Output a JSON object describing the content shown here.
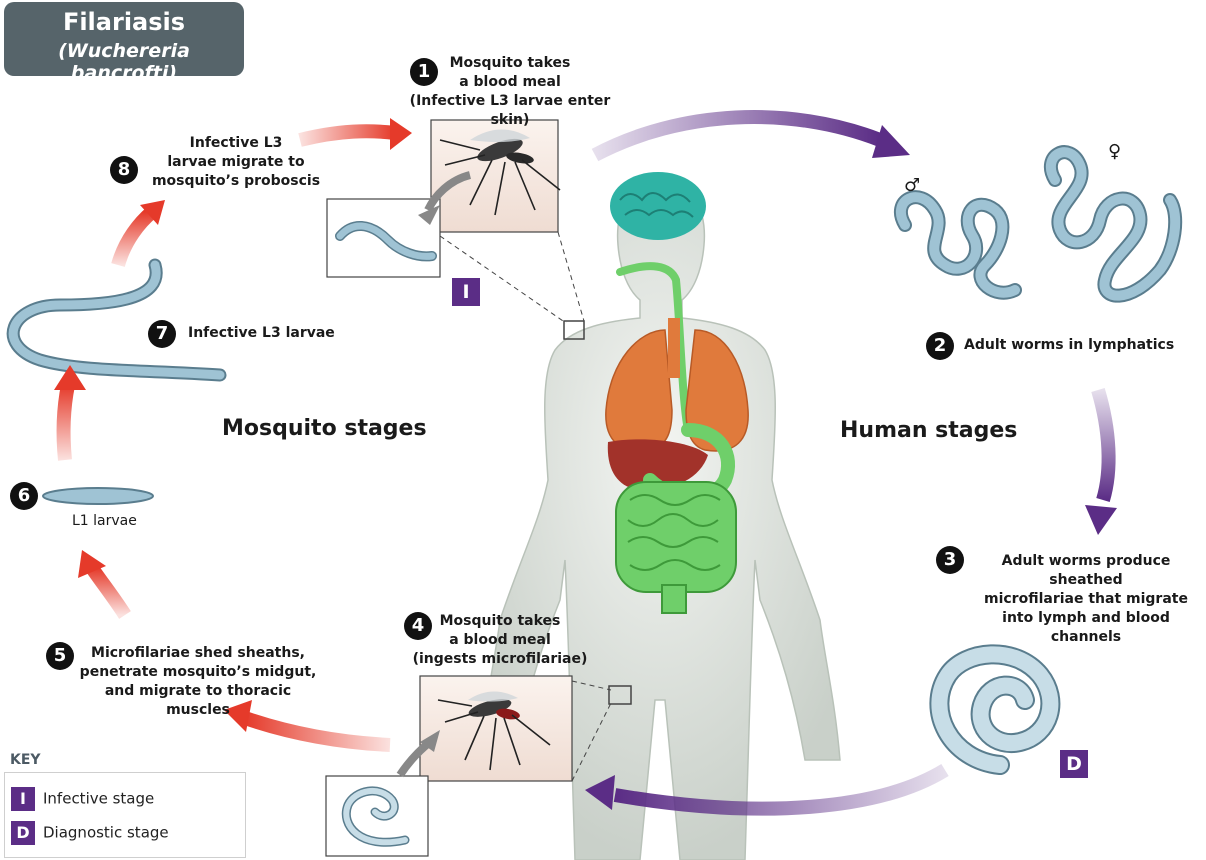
{
  "title": {
    "main": "Filariasis",
    "species": "(Wuchereria bancrofti)"
  },
  "stages_titles": {
    "mosquito": "Mosquito stages",
    "human": "Human stages"
  },
  "steps": [
    {
      "number": "1",
      "lines": [
        "Mosquito takes",
        "a blood meal",
        "(Infective L3 larvae enter skin)"
      ]
    },
    {
      "number": "2",
      "lines": [
        "Adult worms in lymphatics"
      ]
    },
    {
      "number": "3",
      "lines": [
        "Adult worms produce sheathed",
        "microfilariae that migrate",
        "into lymph and blood channels"
      ]
    },
    {
      "number": "4",
      "lines": [
        "Mosquito takes",
        "a blood meal",
        "(ingests microfilariae)"
      ]
    },
    {
      "number": "5",
      "lines": [
        "Microfilariae shed sheaths,",
        "penetrate mosquito’s midgut,",
        "and migrate to thoracic muscles"
      ]
    },
    {
      "number": "6",
      "lines": [
        "L1 larvae"
      ]
    },
    {
      "number": "7",
      "lines": [
        "Infective L3 larvae"
      ]
    },
    {
      "number": "8",
      "lines": [
        "Infective L3",
        "larvae migrate to",
        "mosquito’s proboscis"
      ]
    }
  ],
  "sex_symbols": {
    "male": "♂",
    "female": "♀"
  },
  "badges": {
    "infective": "I",
    "diagnostic": "D"
  },
  "key": {
    "title": "KEY",
    "items": [
      {
        "symbol": "I",
        "label": "Infective stage"
      },
      {
        "symbol": "D",
        "label": "Diagnostic stage"
      }
    ]
  },
  "colors": {
    "mosquito_arrow": "#e53a2a",
    "human_arrow": "#5b2d86",
    "worm": "#9fc3d4",
    "worm_outline": "#5a7d8e",
    "badge": "#5b2d86",
    "brain": "#2fb3a5",
    "lungs": "#e07a3c",
    "liver": "#a2322a",
    "intestine": "#6fcf6a",
    "body": "#dfe4df"
  }
}
